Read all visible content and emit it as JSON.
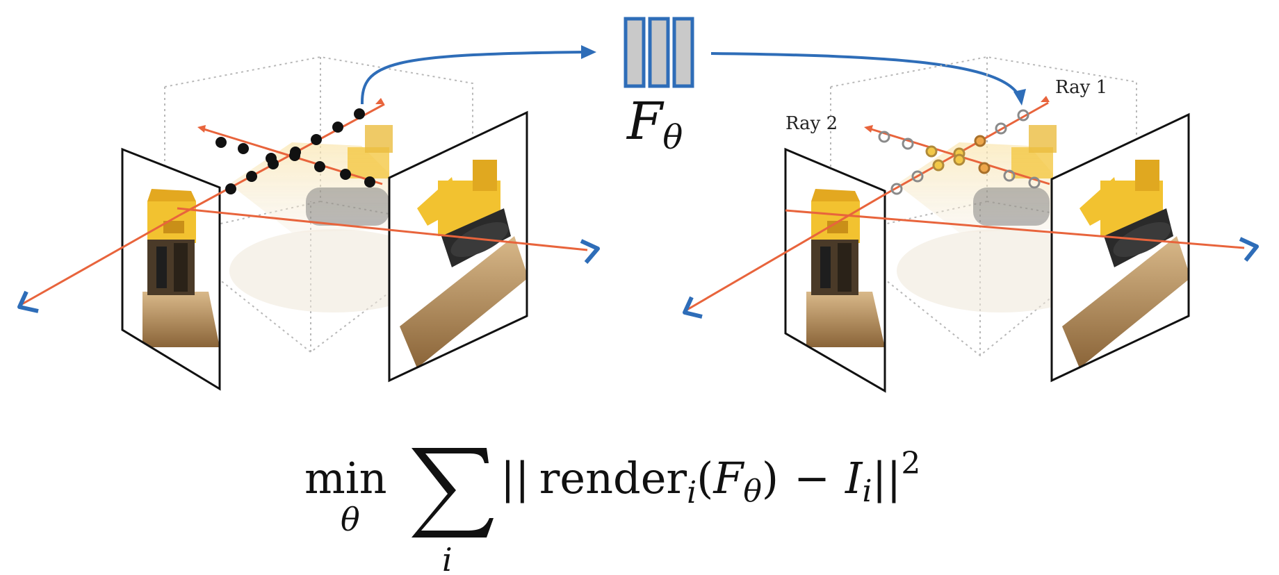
{
  "network": {
    "symbol": "F",
    "subscript": "θ"
  },
  "labels": {
    "ray1": "Ray 1",
    "ray2": "Ray 2"
  },
  "equation": {
    "min": "min",
    "min_sub": "θ",
    "sum_sub": "i",
    "bars_open": "||",
    "render": "render",
    "render_sub": "i",
    "paren_open": "(",
    "f": "F",
    "f_sub": "θ",
    "paren_close": ")",
    "minus": "−",
    "image": "I",
    "image_sub": "i",
    "bars_close": "||",
    "power": "2"
  },
  "colors": {
    "ray": "#e8643c",
    "arrow_blue": "#2e6db8",
    "network_fill": "#c9c9c9",
    "sample_black": "#111111",
    "sample_ring": "#8a8a8a",
    "sample_yellow": "#f2c848",
    "sample_orange": "#eda64a",
    "toy_yellow": "#f2c230",
    "toy_dark": "#3a2a1c",
    "floor": "#b08a5a"
  }
}
